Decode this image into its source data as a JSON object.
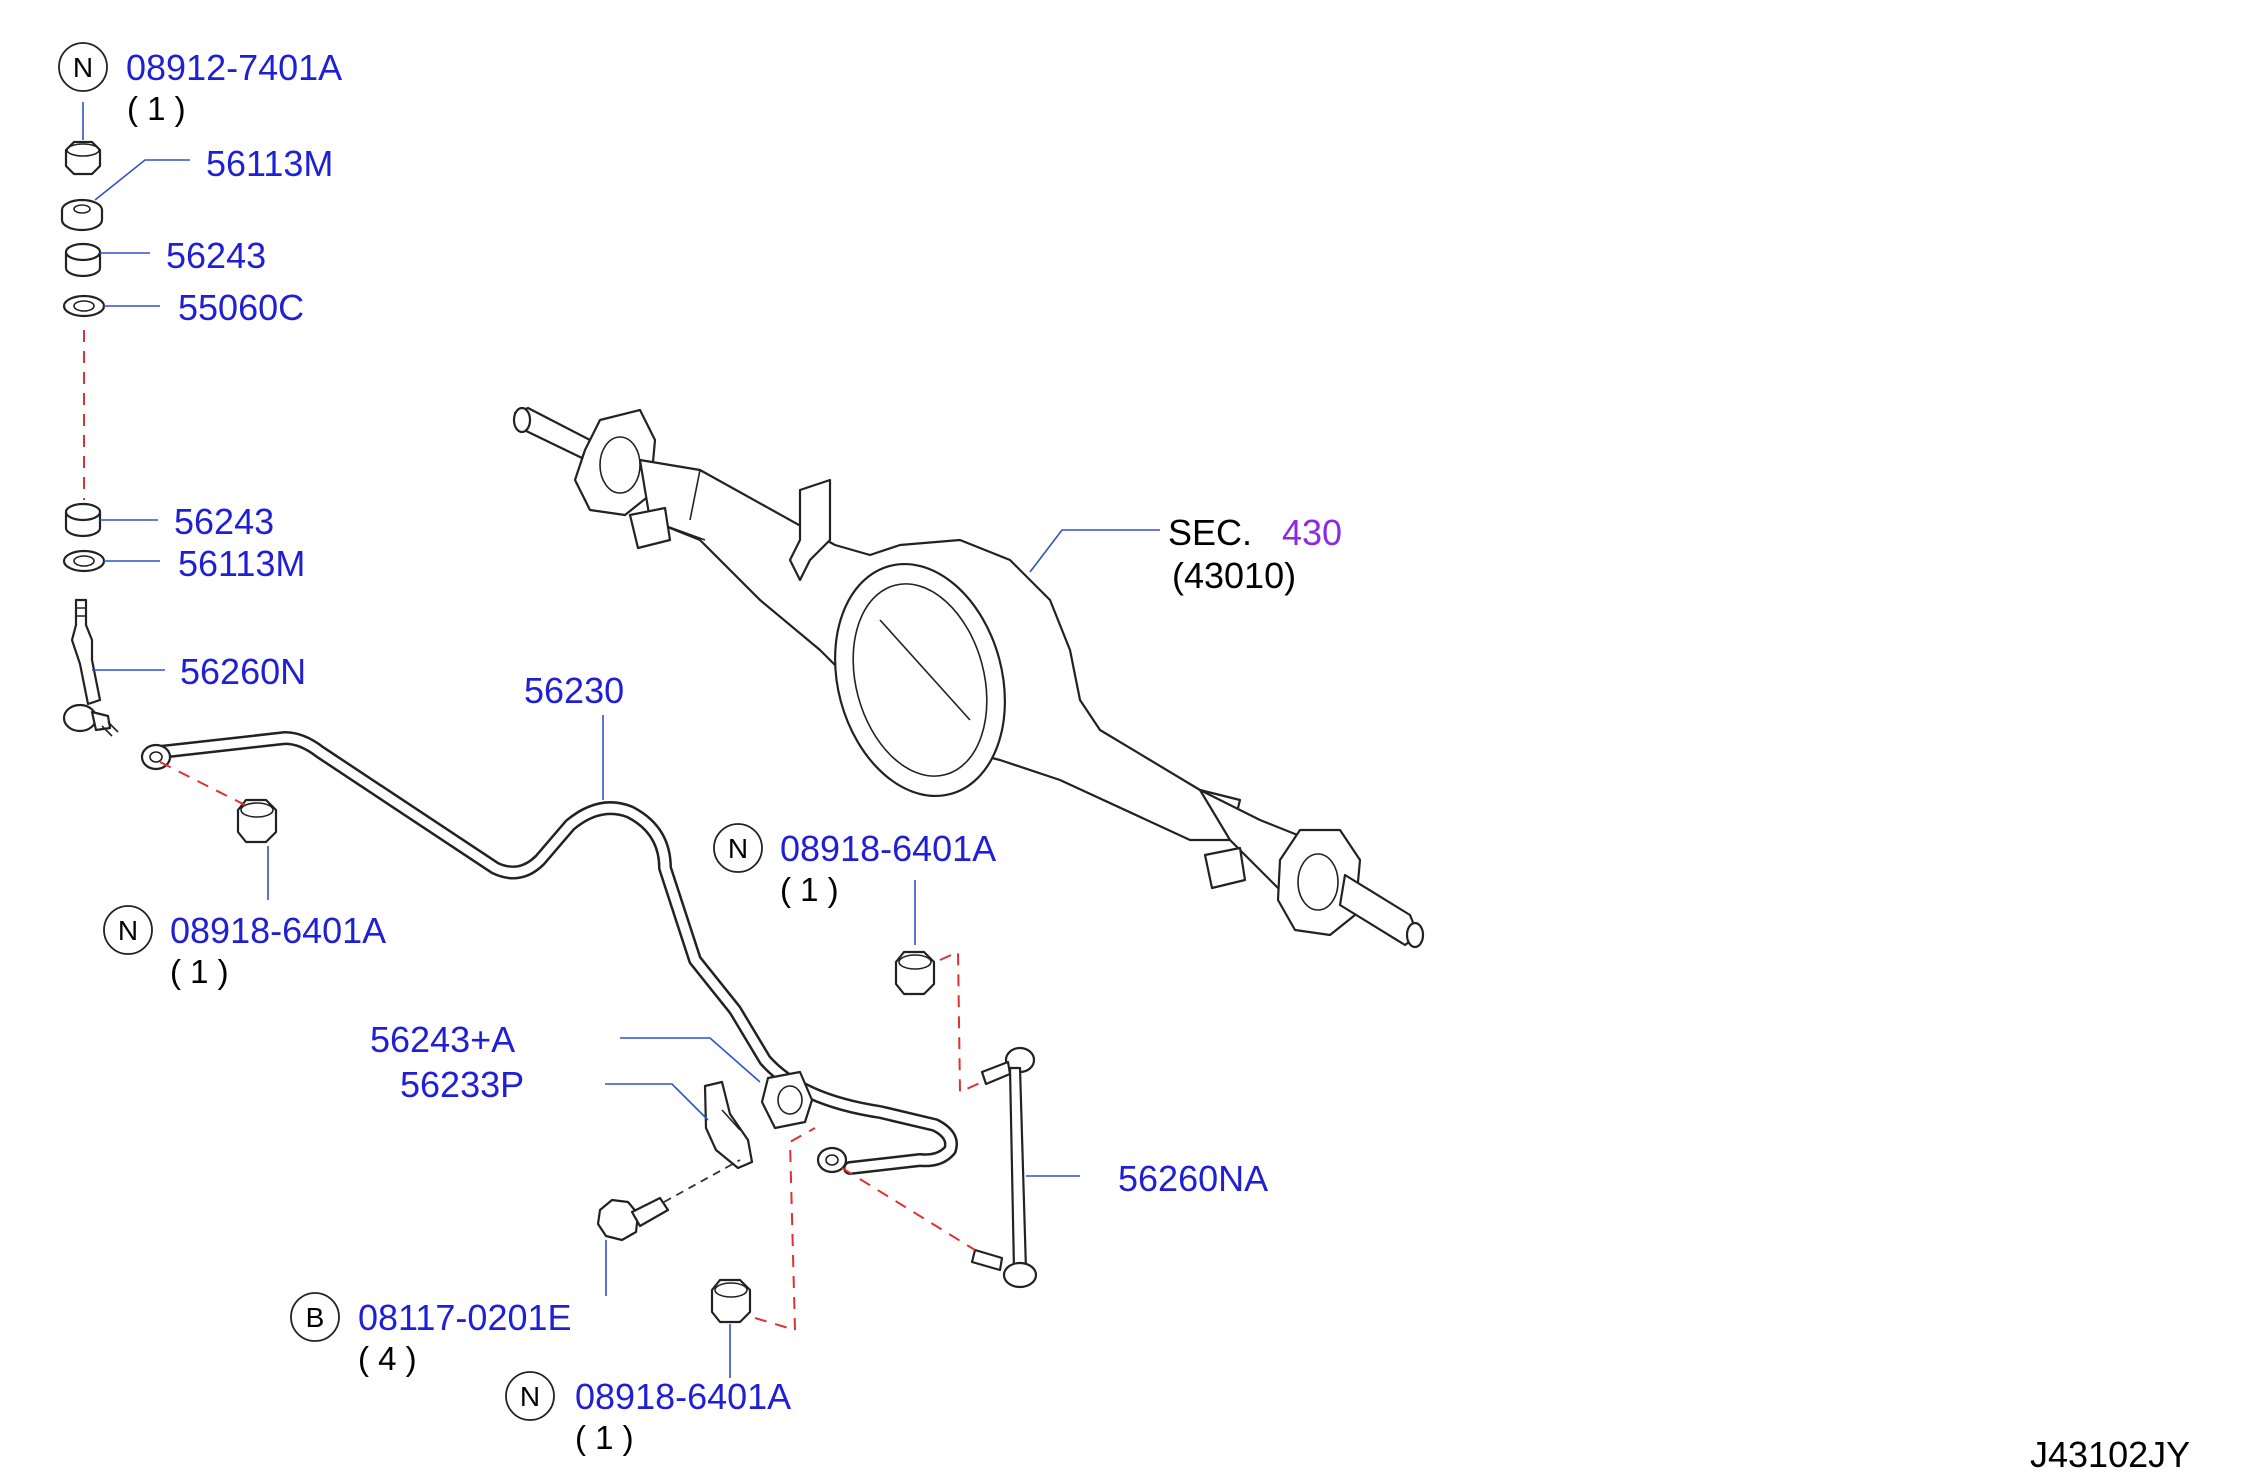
{
  "diagram_code": "J43102JY",
  "section": {
    "prefix": "SEC.",
    "number": "430",
    "sub": "(43010)"
  },
  "parts": {
    "nut_top": {
      "mark": "N",
      "number": "08912-7401A",
      "qty": "( 1 )"
    },
    "washer_a": {
      "number": "56113M"
    },
    "bushing_a": {
      "number": "56243"
    },
    "washer_b": {
      "number": "55060C"
    },
    "bushing_b": {
      "number": "56243"
    },
    "washer_c": {
      "number": "56113M"
    },
    "rod_left": {
      "number": "56260N"
    },
    "stabilizer_bar": {
      "number": "56230"
    },
    "nut_left": {
      "mark": "N",
      "number": "08918-6401A",
      "qty": "( 1 )"
    },
    "nut_right_top": {
      "mark": "N",
      "number": "08918-6401A",
      "qty": "( 1 )"
    },
    "bushing_bar": {
      "number": "56243+A"
    },
    "clamp": {
      "number": "56233P"
    },
    "rod_right": {
      "number": "56260NA"
    },
    "bolt": {
      "mark": "B",
      "number": "08117-0201E",
      "qty": "( 4 )"
    },
    "nut_bottom": {
      "mark": "N",
      "number": "08918-6401A",
      "qty": "( 1 )"
    }
  },
  "colors": {
    "label": "#1f1fd6",
    "section_number": "#8a2be2",
    "leader": "#2e52c9",
    "phantom": "#e03030"
  }
}
